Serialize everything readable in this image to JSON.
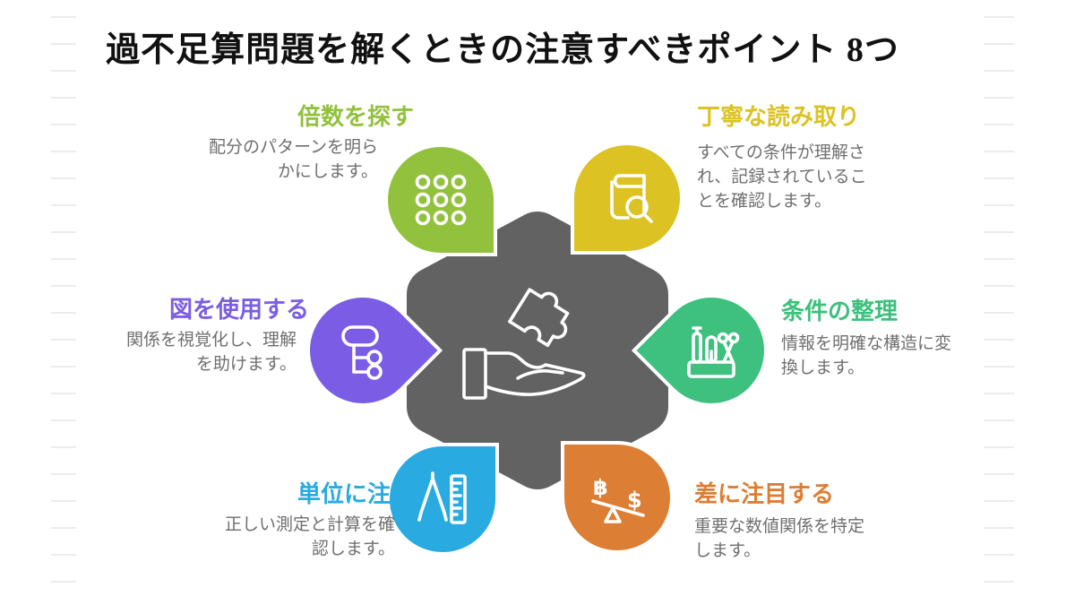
{
  "title": "過不足算問題を解くときの注意すべきポイント 8つ",
  "center": {
    "icon": "hand-holding-puzzle",
    "color": "#626262"
  },
  "items": [
    {
      "id": "find-multiples",
      "title": "倍数を探す",
      "desc": "配分のパターンを明ら\nかにします。",
      "color": "#91c13d",
      "icon": "dots-grid"
    },
    {
      "id": "careful-reading",
      "title": "丁寧な読み取り",
      "desc": "すべての条件が理解さ\nれ、記録されているこ\nとを確認します。",
      "color": "#dcc222",
      "icon": "book-magnifier"
    },
    {
      "id": "use-diagrams",
      "title": "図を使用する",
      "desc": "関係を視覚化し、理解\nを助けます。",
      "color": "#7a5de4",
      "icon": "flowchart-tree"
    },
    {
      "id": "organize-conditions",
      "title": "条件の整理",
      "desc": "情報を明確な構造に変\n換します。",
      "color": "#3ec07e",
      "icon": "stationery-holder"
    },
    {
      "id": "mind-units",
      "title": "単位に注意",
      "desc": "正しい測定と計算を確\n認します。",
      "color": "#29abe2",
      "icon": "compass-ruler"
    },
    {
      "id": "focus-on-difference",
      "title": "差に注目する",
      "desc": "重要な数値関係を特定\nします。",
      "color": "#dc7e33",
      "icon": "balance-seesaw",
      "symbols": [
        "฿",
        "$"
      ]
    }
  ],
  "text_color": "#6f6f6f",
  "line_color": "#ececec"
}
